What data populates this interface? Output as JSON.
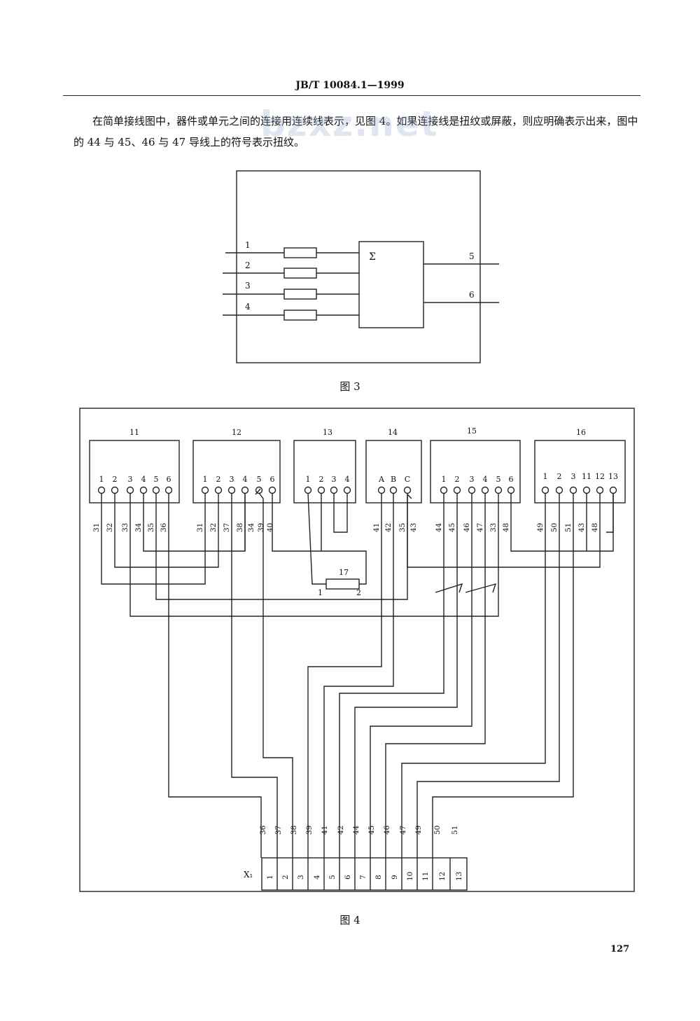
{
  "header": {
    "standard": "JB/T 10084.1—1999"
  },
  "watermark": "bzxz.net",
  "body": {
    "paragraph": "在简单接线图中，器件或单元之间的连接用连续线表示，见图 4。如果连接线是扭纹或屏蔽，则应明确表示出来，图中的 44 与 45、46 与 47 导线上的符号表示扭纹。"
  },
  "fig3": {
    "caption": "图 3",
    "input_labels": [
      "1",
      "2",
      "3",
      "4"
    ],
    "sum_symbol": "Σ",
    "output_labels": [
      "5",
      "6"
    ]
  },
  "fig4": {
    "caption": "图 4",
    "units": [
      {
        "id": "11",
        "terminals": [
          "1",
          "2",
          "3",
          "4",
          "5",
          "6"
        ],
        "wires": [
          "31",
          "32",
          "33",
          "34",
          "35",
          "36"
        ]
      },
      {
        "id": "12",
        "terminals": [
          "1",
          "2",
          "3",
          "4",
          "5",
          "6"
        ],
        "wires": [
          "31",
          "32",
          "37",
          "38",
          "34",
          "39",
          "40"
        ]
      },
      {
        "id": "13",
        "terminals": [
          "1",
          "2",
          "3",
          "4"
        ],
        "wires": []
      },
      {
        "id": "14",
        "terminals": [
          "A",
          "B",
          "C"
        ],
        "wires": [
          "41",
          "42",
          "35",
          "43"
        ]
      },
      {
        "id": "15",
        "terminals": [
          "1",
          "2",
          "3",
          "4",
          "5",
          "6"
        ],
        "wires": [
          "44",
          "45",
          "46",
          "47",
          "33",
          "48"
        ]
      },
      {
        "id": "16",
        "terminals": [
          "1",
          "2",
          "3",
          "11",
          "12",
          "13"
        ],
        "wires": [
          "49",
          "50",
          "51",
          "43",
          "48"
        ]
      }
    ],
    "resistor": {
      "id": "17",
      "pins": [
        "1",
        "2"
      ]
    },
    "connector": {
      "label": "X₁",
      "terminals": [
        "1",
        "2",
        "3",
        "4",
        "5",
        "6",
        "7",
        "8",
        "9",
        "10",
        "11",
        "12",
        "13"
      ],
      "wires": [
        "36",
        "37",
        "38",
        "39",
        "41",
        "42",
        "44",
        "45",
        "46",
        "47",
        "49",
        "50",
        "51"
      ]
    }
  },
  "page_number": "127"
}
